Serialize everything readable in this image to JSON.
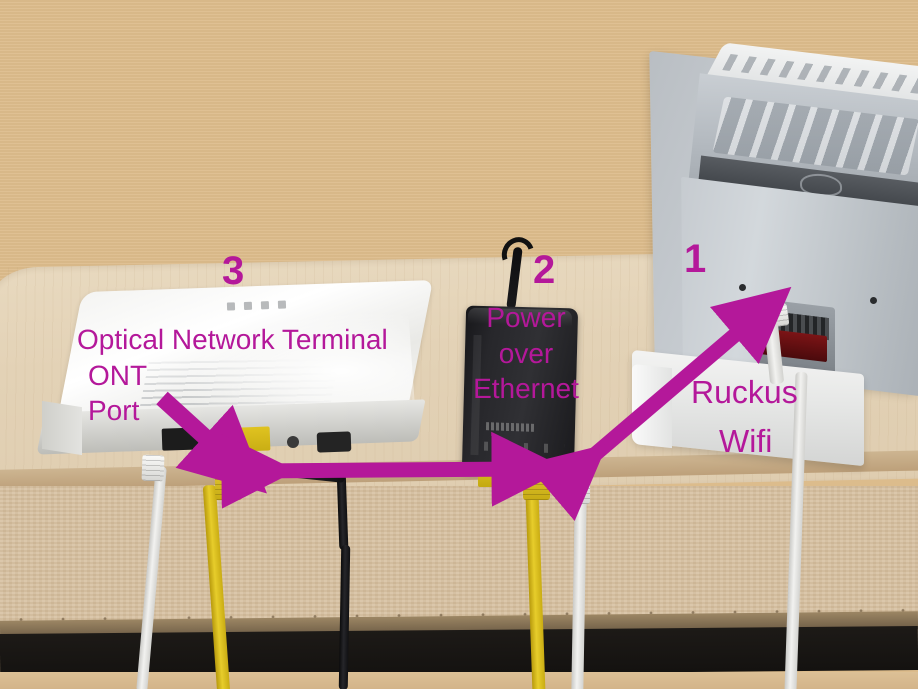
{
  "scene": {
    "title": "Network equipment connection diagram",
    "accent_color": "#b4189a",
    "background_color": "#dcbc8c"
  },
  "annotations": [
    {
      "id": "ont",
      "number": "3",
      "label_lines": [
        "Optical Network Terminal",
        "ONT",
        "Port"
      ],
      "label_line1": "Optical Network Terminal",
      "label_line2": "ONT",
      "label_line3": "Port",
      "device": "white-ont-box"
    },
    {
      "id": "poe",
      "number": "2",
      "label_lines": [
        "Power",
        "over",
        "Ethernet"
      ],
      "label_line1": "Power",
      "label_line2": "over",
      "label_line3": "Ethernet",
      "device": "black-poe-injector"
    },
    {
      "id": "ruckus",
      "number": "1",
      "label_lines": [
        "Ruckus",
        "Wifi"
      ],
      "label_line1": "Ruckus",
      "label_line2": "Wifi",
      "device": "ruckus-access-point"
    }
  ],
  "arrows": [
    {
      "id": "ont-port-pointer",
      "style": "single-head",
      "from": "ONT Port label",
      "to": "yellow ethernet port on ONT"
    },
    {
      "id": "ont-to-poe-link",
      "style": "double-head",
      "from": "ONT yellow port",
      "to": "PoE injector yellow port"
    },
    {
      "id": "poe-to-ruckus-link",
      "style": "double-head",
      "from": "PoE injector red port",
      "to": "Ruckus access point ethernet port"
    }
  ],
  "cables": [
    {
      "id": "ont-white-cable",
      "color": "#e8e8e5",
      "name": "white-cable-ont"
    },
    {
      "id": "ont-yellow-cable",
      "color": "#d9bd1c",
      "name": "yellow-cable-ont"
    },
    {
      "id": "poe-power-cable",
      "color": "#141416",
      "name": "black-power-cable"
    },
    {
      "id": "poe-yellow-cable",
      "color": "#d9bd1c",
      "name": "yellow-cable-poe"
    },
    {
      "id": "poe-white-cable",
      "color": "#e8e8e5",
      "name": "white-cable-poe"
    },
    {
      "id": "ruckus-white-cable",
      "color": "#e8e8e5",
      "name": "white-cable-ruckus"
    }
  ]
}
